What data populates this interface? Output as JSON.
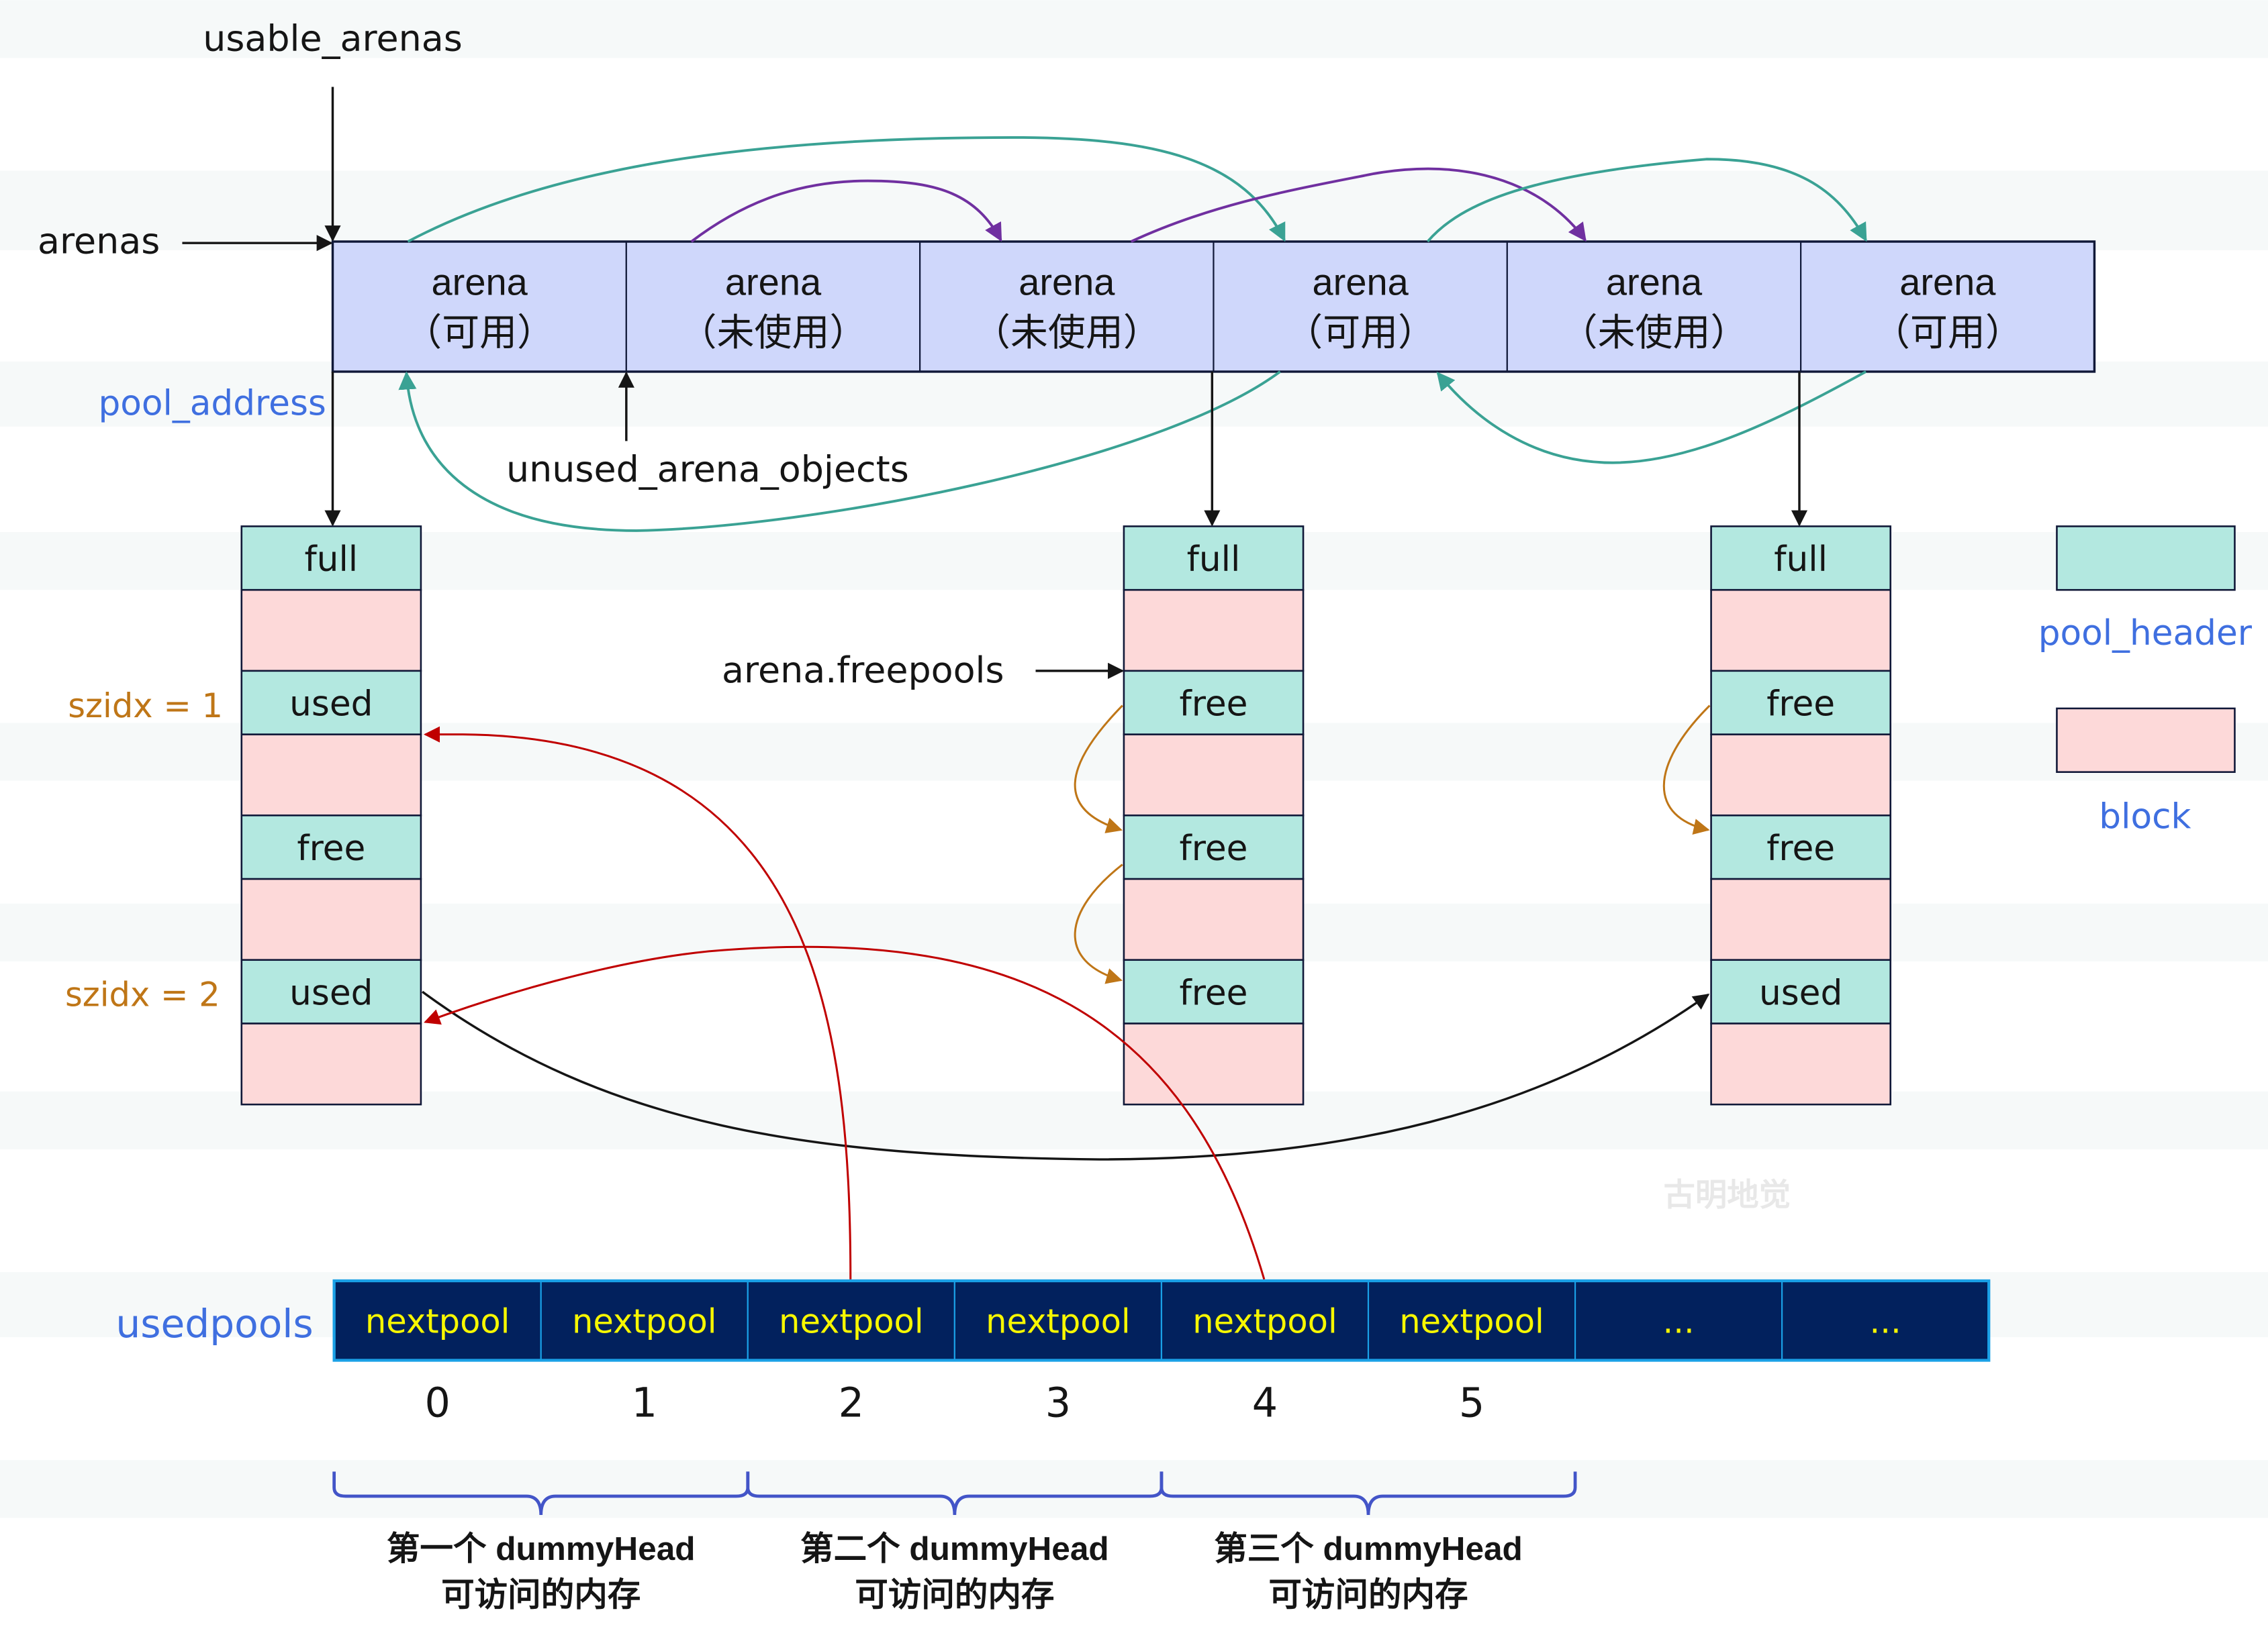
{
  "labels": {
    "usable_arenas": "usable_arenas",
    "arenas": "arenas",
    "pool_address": "pool_address",
    "unused_arena_objects": "unused_arena_objects",
    "arena_freepools": "arena.freepools",
    "usedpools": "usedpools",
    "szidx_1": "szidx = 1",
    "szidx_2": "szidx = 2",
    "watermark": "古明地觉"
  },
  "arenas": [
    {
      "name": "arena",
      "status": "（可用）"
    },
    {
      "name": "arena",
      "status": "（未使用）"
    },
    {
      "name": "arena",
      "status": "（未使用）"
    },
    {
      "name": "arena",
      "status": "（可用）"
    },
    {
      "name": "arena",
      "status": "（未使用）"
    },
    {
      "name": "arena",
      "status": "（可用）"
    }
  ],
  "pool_columns": [
    {
      "headers": [
        "full",
        "used",
        "free",
        "used"
      ]
    },
    {
      "headers": [
        "full",
        "free",
        "free",
        "free"
      ]
    },
    {
      "headers": [
        "full",
        "free",
        "free",
        "used"
      ]
    }
  ],
  "legend": [
    {
      "label": "pool_header",
      "color": "#b3e8e0"
    },
    {
      "label": "block",
      "color": "#fdd9d9"
    }
  ],
  "usedpools": {
    "cells": [
      "nextpool",
      "nextpool",
      "nextpool",
      "nextpool",
      "nextpool",
      "nextpool",
      "...",
      "..."
    ],
    "indices": [
      "0",
      "1",
      "2",
      "3",
      "4",
      "5"
    ]
  },
  "braces": [
    {
      "line1": "第一个 dummyHead",
      "line2": "可访问的内存"
    },
    {
      "line1": "第二个 dummyHead",
      "line2": "可访问的内存"
    },
    {
      "line1": "第三个 dummyHead",
      "line2": "可访问的内存"
    }
  ],
  "colors": {
    "arena_fill": "#cfd7fb",
    "pool_header": "#b3e8e0",
    "block": "#fdd9d9",
    "usedpools_fill": "#02215d",
    "usedpools_text": "#f7f700",
    "link_teal": "#3aa294",
    "link_purple": "#7030a0",
    "link_red": "#c00000",
    "link_orange": "#bf7617",
    "label_blue": "#3f6fe0",
    "label_orange": "#bf7617"
  }
}
